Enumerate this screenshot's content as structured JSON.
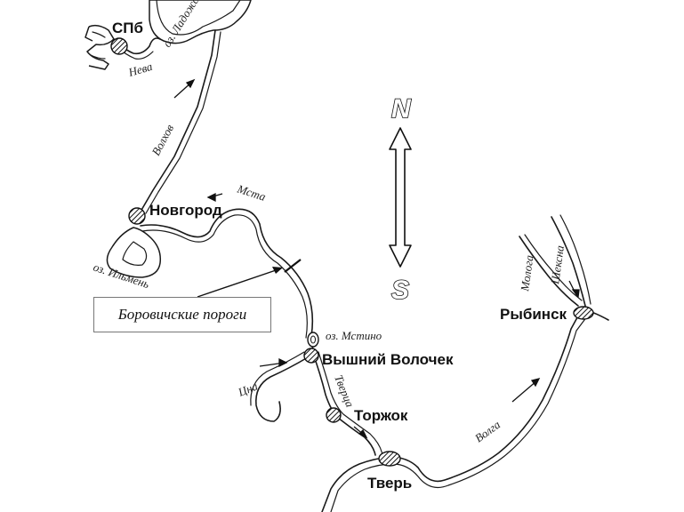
{
  "cities": {
    "spb": "СПб",
    "novgorod": "Новгород",
    "vyshny_volochek": "Вышний Волочек",
    "torzhok": "Торжок",
    "tver": "Тверь",
    "rybinsk": "Рыбинск"
  },
  "water": {
    "ladoga": "оз. Ладожское",
    "neva": "Нева",
    "volkhov": "Волхов",
    "ilmen": "оз. Ильмень",
    "msta": "Мста",
    "mstino": "оз. Мстино",
    "tsna": "Цна",
    "tvertsa": "Тверца",
    "volga": "Волга",
    "mologa": "Молога",
    "sheksna": "Шексна"
  },
  "compass": {
    "north": "N",
    "south": "S"
  },
  "callout": {
    "label": "Боровичские пороги"
  },
  "colors": {
    "ink": "#1a1a1a",
    "paper": "#ffffff"
  }
}
